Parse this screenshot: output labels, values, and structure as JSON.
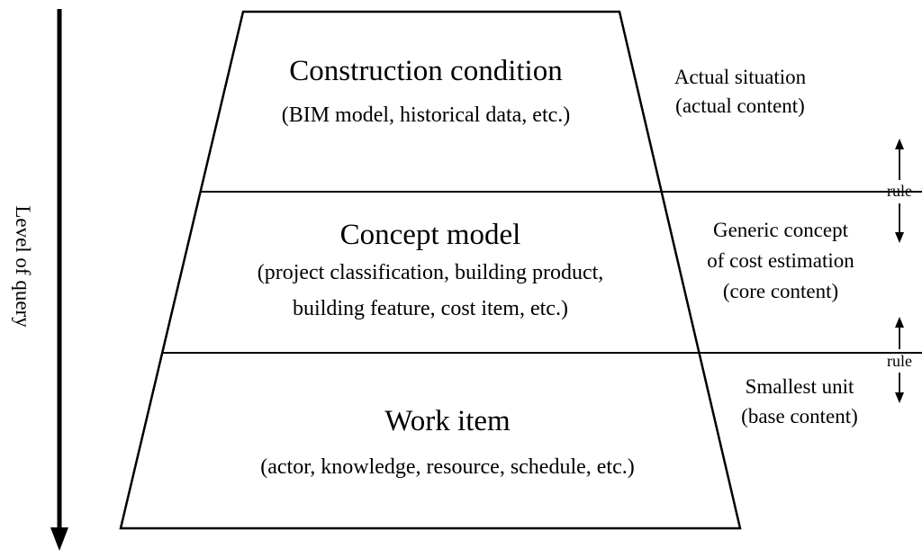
{
  "axis": {
    "label": "Level of query"
  },
  "levels": [
    {
      "title": "Construction condition",
      "subtitle_lines": [
        "(BIM model, historical data, etc.)"
      ],
      "side_lines": [
        "Actual situation",
        "(actual content)"
      ]
    },
    {
      "title": "Concept model",
      "subtitle_lines": [
        "(project classification, building product,",
        "building feature, cost item,  etc.)"
      ],
      "side_lines": [
        "Generic concept",
        "of cost estimation",
        "(core content)"
      ]
    },
    {
      "title": "Work item",
      "subtitle_lines": [
        "(actor, knowledge, resource, schedule, etc.)"
      ],
      "side_lines": [
        "Smallest unit",
        "(base content)"
      ]
    }
  ],
  "rules": [
    {
      "label": "rule"
    },
    {
      "label": "rule"
    }
  ]
}
